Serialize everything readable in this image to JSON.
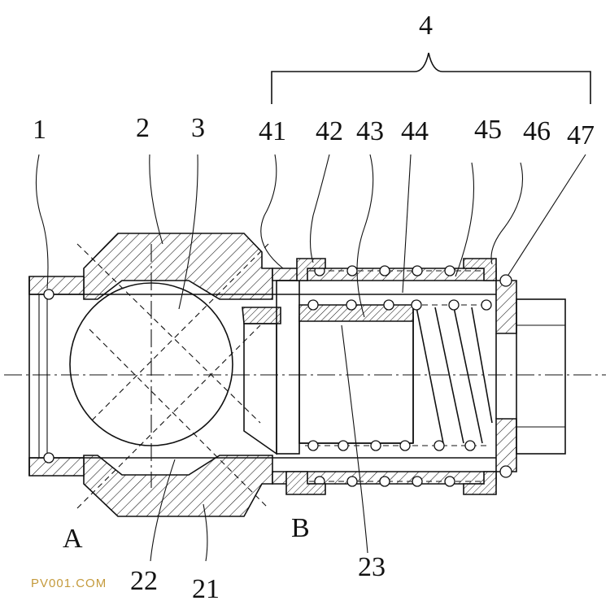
{
  "labels": {
    "group": "4",
    "p1": "1",
    "p2": "2",
    "p3": "3",
    "p41": "41",
    "p42": "42",
    "p43": "43",
    "p44": "44",
    "p45": "45",
    "p46": "46",
    "p47": "47",
    "p22": "22",
    "p21": "21",
    "p23": "23",
    "pA": "A",
    "pB": "B"
  },
  "watermark": "PV001.COM"
}
